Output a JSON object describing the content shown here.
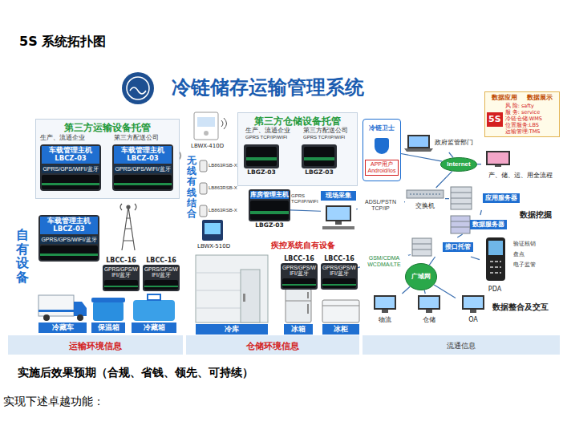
{
  "diagram": {
    "title": "5S 系统拓扑图",
    "nodes": [
      {
        "text": [
          "第三方运输设备托管"
        ]
      },
      {
        "text": [
          "车载管理主机",
          "LBCZ-03",
          "GPRS/GPS/WIFI/蓝牙"
        ],
        "in": 0
      },
      {
        "text": [
          "车载管理主机",
          "LBCZ-03",
          "GPRS/GPS/WIFI/蓝牙"
        ],
        "in": 0
      },
      {
        "text": [
          "车载管理主机",
          "LBCZ-03",
          "GPRS/GPS/WIFI/蓝牙"
        ]
      },
      {
        "text": [
          "LBCC-16",
          "GPRS/GPS/WIFI/蓝牙"
        ]
      },
      {
        "text": [
          "LBCC-16",
          "GPRS/GPS/WIFI/蓝牙"
        ]
      },
      {
        "text": [
          "冷藏车"
        ]
      },
      {
        "text": [
          "保温箱"
        ]
      },
      {
        "text": [
          "冷藏箱"
        ]
      },
      {
        "text": [
          "第三方仓储设备托管"
        ]
      },
      {
        "text": [
          "LBGZ-03"
        ],
        "in": 9
      },
      {
        "text": [
          "LBGZ-03"
        ],
        "in": 9
      },
      {
        "text": [
          "库房管理主机",
          "LBGZ-03"
        ]
      },
      {
        "text": [
          "现场采集"
        ]
      },
      {
        "text": [
          "冷库"
        ]
      },
      {
        "text": [
          "LBCC-16",
          "GPRS/GPS/WIFI/蓝牙"
        ]
      },
      {
        "text": [
          "LBCC-16",
          "GPRS/GPS/WIFI/蓝牙"
        ]
      },
      {
        "text": [
          "冰箱"
        ]
      },
      {
        "text": [
          "冰柜"
        ]
      },
      {
        "text": [
          "冷链卫士",
          "APP用户 Android/ios"
        ]
      },
      {
        "text": [
          "Internet"
        ]
      },
      {
        "text": [
          "政府监管部门"
        ]
      },
      {
        "text": [
          "产、储、运、用全流程"
        ]
      },
      {
        "text": [
          "数据应用",
          "数据展示",
          "5S",
          "风 险: safty",
          "服 务: service",
          "冷链仓储:WMS",
          "位置服务:LBS",
          "运输管理:TMS"
        ]
      },
      {
        "text": [
          "交换机"
        ]
      },
      {
        "text": [
          "应用服务器"
        ]
      },
      {
        "text": [
          "数据服务器"
        ]
      },
      {
        "text": [
          "接口托管"
        ]
      },
      {
        "text": [
          "PDA"
        ]
      },
      {
        "text": [
          "广域网"
        ]
      },
      {
        "text": [
          "物流"
        ]
      },
      {
        "text": [
          "仓储"
        ]
      },
      {
        "text": [
          "OA"
        ]
      }
    ],
    "edges": [
      {
        "from": 19,
        "to": 20,
        "arrow": "none"
      },
      {
        "from": 20,
        "to": 21,
        "arrow": "none"
      },
      {
        "from": 20,
        "to": 22,
        "arrow": "none"
      },
      {
        "from": 20,
        "to": 24,
        "arrow": "none"
      },
      {
        "from": 12,
        "to": 13,
        "arrow": "none"
      },
      {
        "from": 13,
        "to": 24,
        "label": "ADSL/PSTN TCP/IP",
        "arrow": "none"
      },
      {
        "from": 24,
        "to": 25,
        "arrow": "none"
      },
      {
        "from": 25,
        "to": 26,
        "arrow": "none"
      },
      {
        "from": 26,
        "to": 27,
        "arrow": "none"
      },
      {
        "from": 27,
        "to": 28,
        "arrow": "none"
      },
      {
        "from": 27,
        "to": 29,
        "arrow": "none"
      },
      {
        "from": 29,
        "to": 30,
        "arrow": "none"
      },
      {
        "from": 29,
        "to": 31,
        "arrow": "none"
      },
      {
        "from": 29,
        "to": 32,
        "arrow": "none"
      },
      {
        "from": 16,
        "to": 27,
        "label": "GSM/CDMA WCDMA/LTE",
        "arrow": "none"
      }
    ],
    "labels": [
      "冷链储存运输管理系统",
      "生产、流通企业",
      "第三方配送公司",
      "自有设备",
      "运输环境信息",
      "LBWX-410D",
      "无线有线结合",
      "LB863RSB-X",
      "LB863RSB-X",
      "LB863RSB-X",
      "LBWX-510D",
      "生产、流通企业",
      "第三方配送公司",
      "GPRS TCP/IP/WIFI",
      "GPRS TCP/IP/WIFI",
      "GPRS TCP/IP/WIFI",
      "疾控系统自有设备",
      "仓储环境信息",
      "数据挖掘",
      "验证核销",
      "盘点",
      "电子监管",
      "数据整合及交互",
      "流通信息",
      "实施后效果预期（合规、省钱、领先、可持续）",
      "实现下述卓越功能："
    ]
  }
}
